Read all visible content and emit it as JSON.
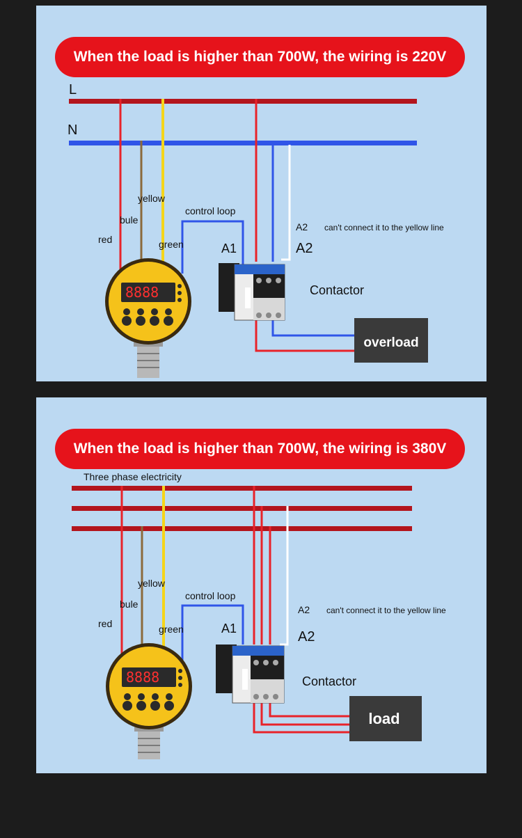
{
  "panel1": {
    "banner": "When the load is higher than 700W, the wiring is 220V",
    "line_l": "L",
    "line_n": "N",
    "wire_yellow": "yellow",
    "wire_bule": "bule",
    "wire_red": "red",
    "wire_green": "green",
    "control_loop": "control loop",
    "a1": "A1",
    "a2_top": "A2",
    "a2_note": "can't connect it to the yellow line",
    "a2": "A2",
    "contactor": "Contactor",
    "box_label": "overload"
  },
  "panel2": {
    "banner": "When the load is higher than 700W, the wiring is 380V",
    "three_phase": "Three phase electricity",
    "wire_yellow": "yellow",
    "wire_bule": "bule",
    "wire_red": "red",
    "wire_green": "green",
    "control_loop": "control loop",
    "a1": "A1",
    "a2_top": "A2",
    "a2_note": "can't connect it to the yellow line",
    "a2": "A2",
    "contactor": "Contactor",
    "box_label": "load"
  },
  "colors": {
    "red_wire": "#e8232a",
    "l_line": "#b3151d",
    "n_line": "#2f55e8",
    "yellow_wire": "#f5d51b",
    "brown_wire": "#8b6a3c",
    "banner": "#e6131b",
    "background_panel": "#bcd9f2"
  }
}
